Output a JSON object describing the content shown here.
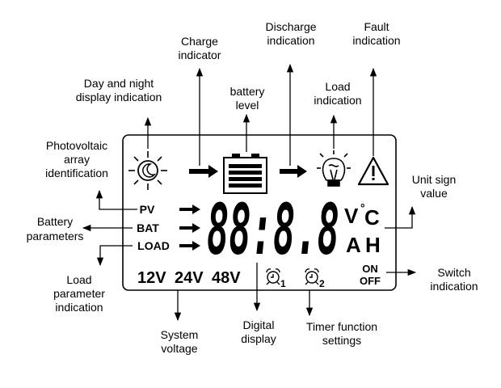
{
  "labels": {
    "day_night": [
      "Day and night",
      "display indication"
    ],
    "charge": [
      "Charge",
      "indicator"
    ],
    "battery_level": [
      "battery",
      "level"
    ],
    "discharge": [
      "Discharge",
      "indication"
    ],
    "load_ind": [
      "Load",
      "indication"
    ],
    "fault": [
      "Fault",
      "indication"
    ],
    "pv_id": [
      "Photovoltaic",
      "array",
      "identification"
    ],
    "battery_params": [
      "Battery",
      "parameters"
    ],
    "load_params": [
      "Load",
      "parameter",
      "indication"
    ],
    "unit_sign": [
      "Unit sign",
      "value"
    ],
    "system_voltage": [
      "System",
      "voltage"
    ],
    "digital_display": [
      "Digital",
      "display"
    ],
    "timer": [
      "Timer function",
      "settings"
    ],
    "switch": [
      "Switch",
      "indication"
    ]
  },
  "lcd": {
    "pv": "PV",
    "bat": "BAT",
    "load": "LOAD",
    "digits": "88:8.8",
    "unit_v": "V",
    "unit_deg": "°",
    "unit_c": "C",
    "unit_a": "A",
    "unit_h": "H",
    "v12": "12V",
    "v24": "24V",
    "v48": "48V",
    "timer1": "1",
    "timer2": "2",
    "on": "ON",
    "off": "OFF"
  }
}
